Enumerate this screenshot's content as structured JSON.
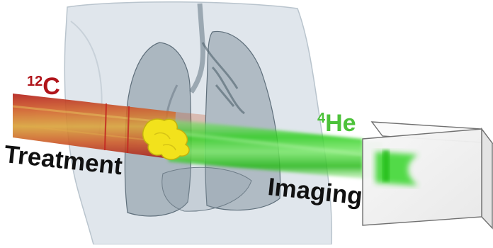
{
  "labels": {
    "carbon_mass": "12",
    "carbon_symbol": "C",
    "helium_mass": "4",
    "helium_symbol": "He",
    "treatment": "Treatment",
    "imaging": "Imaging"
  },
  "colors": {
    "carbon_beam": "#c8501e",
    "carbon_text": "#b0141a",
    "helium_beam": "#36d62a",
    "helium_text": "#4cc23a",
    "tumor": "#f2e21c",
    "body": "#cfd9e2",
    "lungs": "#7f8f9c",
    "detector": "#f3f3f3"
  },
  "icons": {
    "body": "torso-phantom-icon",
    "tumor": "tumor-icon",
    "detector": "detector-box-icon"
  }
}
